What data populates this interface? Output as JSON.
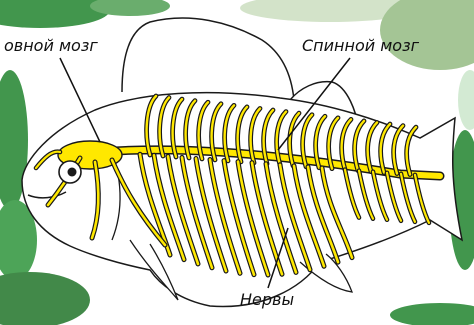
{
  "labels": {
    "brain": "овной мозг",
    "spinal_cord": "Спинной мозг",
    "nerves": "Нервы"
  },
  "colors": {
    "nervous_system": "#ffe800",
    "outline": "#1a1a1a",
    "background_foliage": "#2e8b3a",
    "body_fill": "#ffffff"
  }
}
